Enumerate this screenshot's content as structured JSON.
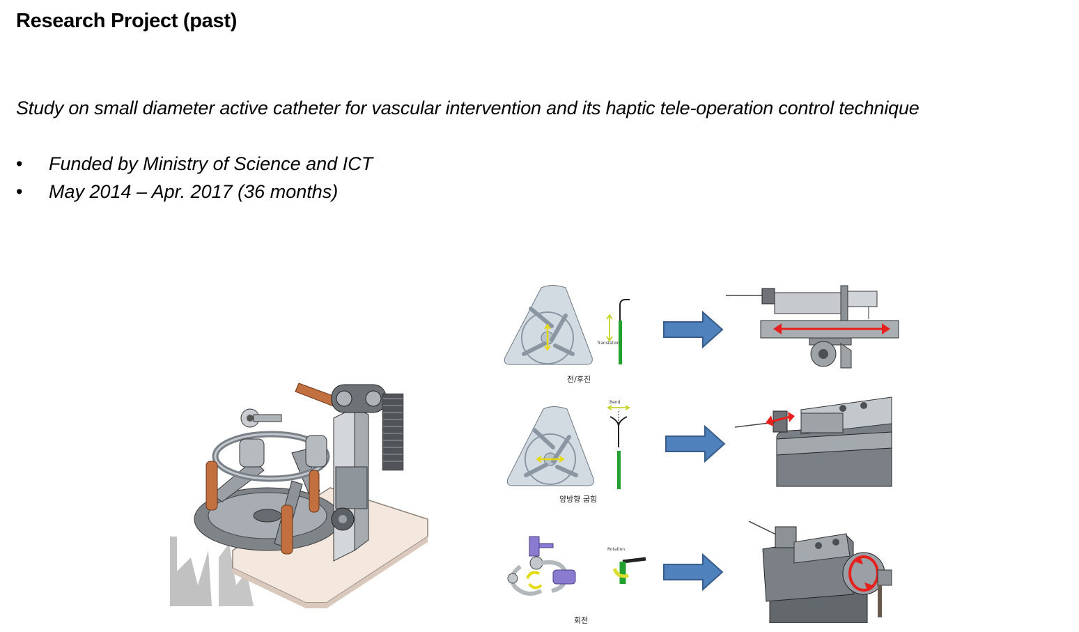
{
  "title": "Research Project (past)",
  "subtitle": "Study on small diameter active catheter for vascular intervention and its haptic tele-operation control technique",
  "bullets": [
    {
      "text": "Funded by Ministry of Science and ICT"
    },
    {
      "text": "May 2014 – Apr. 2017 (36 months)"
    }
  ],
  "bullet_glyph": "•",
  "diagrams": [
    {
      "caption": "전/후진",
      "motion_label": "Translation"
    },
    {
      "caption": "양방향 굽힘",
      "motion_label": "Bend"
    },
    {
      "caption": "회전",
      "motion_label": "Rotation"
    }
  ],
  "colors": {
    "arrow_blue": "#4f81bd",
    "motion_red": "#e8201c",
    "catheter_green": "#22a12e",
    "handle_copper": "#b8653a",
    "base_plate": "#f2e6dc"
  }
}
